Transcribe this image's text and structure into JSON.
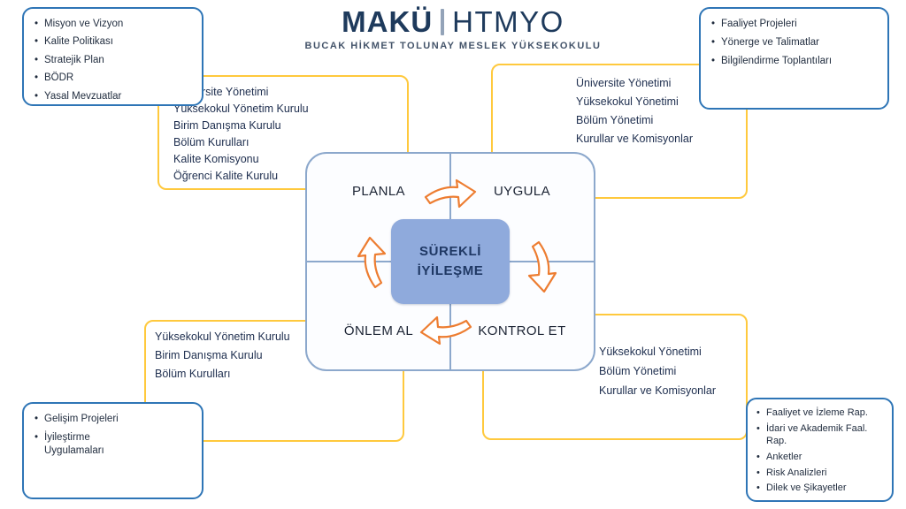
{
  "header": {
    "logo_primary": "MAKÜ",
    "logo_secondary": "HTMYO",
    "subtitle": "BUCAK HİKMET TOLUNAY MESLEK YÜKSEKOKULU"
  },
  "cycle": {
    "center_label": "SÜREKLİ İYİLEŞME",
    "plan_label": "PLANLA",
    "do_label": "UYGULA",
    "check_label": "KONTROL ET",
    "act_label": "ÖNLEM AL"
  },
  "boxes": {
    "inputs_plan": {
      "items": [
        "Misyon ve Vizyon",
        "Kalite Politikası",
        "Stratejik Plan",
        "BÖDR",
        "Yasal Mevzuatlar"
      ]
    },
    "inputs_do": {
      "items": [
        "Faaliyet Projeleri",
        "Yönerge ve Talimatlar",
        "Bilgilendirme Toplantıları"
      ]
    },
    "actors_plan": {
      "items": [
        "Üniversite Yönetimi",
        "Yüksekokul Yönetim Kurulu",
        "Birim Danışma Kurulu",
        "Bölüm Kurulları",
        "Kalite Komisyonu",
        "Öğrenci Kalite Kurulu"
      ]
    },
    "actors_do": {
      "items": [
        "Üniversite Yönetimi",
        "Yüksekokul Yönetimi",
        "Bölüm Yönetimi",
        "Kurullar ve Komisyonlar"
      ]
    },
    "actors_act": {
      "items": [
        "Yüksekokul Yönetim Kurulu",
        "Birim Danışma Kurulu",
        "Bölüm Kurulları"
      ]
    },
    "actors_check": {
      "items": [
        "Yüksekokul Yönetimi",
        "Bölüm Yönetimi",
        "Kurullar ve Komisyonlar"
      ]
    },
    "outputs_act": {
      "items": [
        "Gelişim Projeleri",
        "İyileştirme Uygulamaları"
      ]
    },
    "outputs_check": {
      "items": [
        "Faaliyet ve İzleme Rap.",
        "İdari ve Akademik Faal. Rap.",
        "Anketler",
        "Risk Analizleri",
        "Dilek ve Şikayetler"
      ]
    }
  },
  "colors": {
    "blue_border": "#2e75b6",
    "yellow_border": "#ffc93d",
    "cycle_border": "#8ca8cc",
    "center_fill": "#8faadc",
    "center_text": "#1f3864",
    "arrow": "#ed7d31",
    "logo_navy": "#1e3a5c",
    "subtitle_gray": "#44546a",
    "ytext": "#203050"
  }
}
